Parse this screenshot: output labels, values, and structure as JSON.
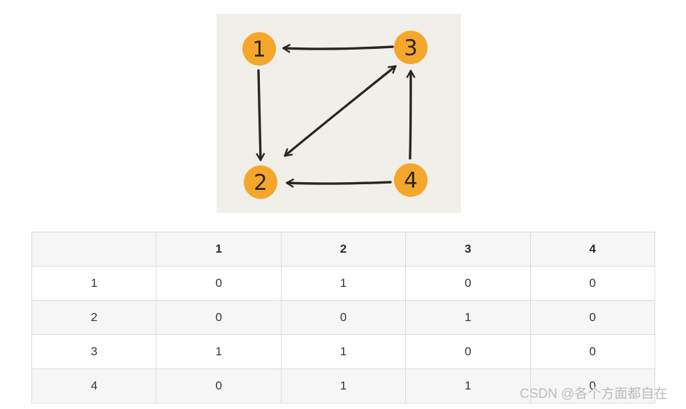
{
  "diagram": {
    "title": "directed-graph",
    "background_color": "#f1efe9",
    "node_fill_color": "#f5a72c",
    "stroke_color": "#2b2623",
    "nodes": [
      {
        "label": "1",
        "position": "top-left"
      },
      {
        "label": "2",
        "position": "bottom-left"
      },
      {
        "label": "3",
        "position": "top-right"
      },
      {
        "label": "4",
        "position": "bottom-right"
      }
    ],
    "edges": [
      {
        "from": "3",
        "to": "1",
        "bidirectional": false
      },
      {
        "from": "1",
        "to": "2",
        "bidirectional": false
      },
      {
        "from": "2",
        "to": "3",
        "bidirectional": true
      },
      {
        "from": "4",
        "to": "3",
        "bidirectional": false
      },
      {
        "from": "4",
        "to": "2",
        "bidirectional": false
      }
    ]
  },
  "table": {
    "headers": [
      "",
      "1",
      "2",
      "3",
      "4"
    ],
    "rows": [
      [
        "1",
        "0",
        "1",
        "0",
        "0"
      ],
      [
        "2",
        "0",
        "0",
        "1",
        "0"
      ],
      [
        "3",
        "1",
        "1",
        "0",
        "0"
      ],
      [
        "4",
        "0",
        "1",
        "1",
        "0"
      ]
    ],
    "border_color": "#d9dce0",
    "stripe_color": "#f6f6f7"
  },
  "watermark": {
    "text": "CSDN @各个方面都自在",
    "color": "#bcbcbc"
  }
}
